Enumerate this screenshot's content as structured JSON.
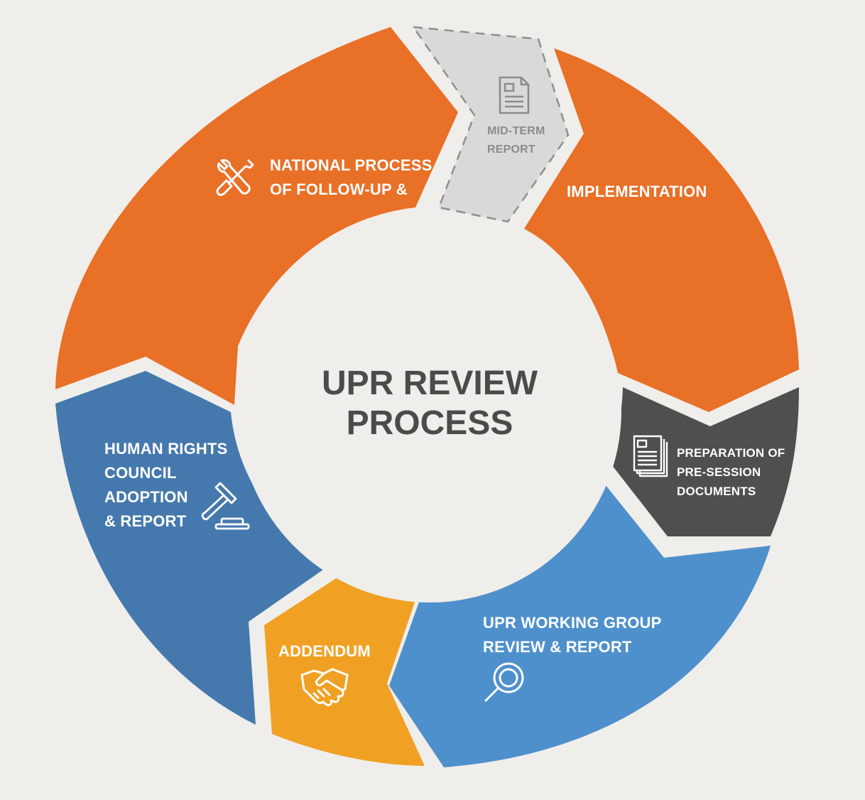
{
  "title_lines": [
    "UPR REVIEW",
    "PROCESS"
  ],
  "colors": {
    "background": "#efeeeb",
    "orange": "#e87027",
    "grey_dashed": "#d9d9d9",
    "dark_grey": "#4f4f4f",
    "light_blue": "#4e90cc",
    "yellow": "#f0a123",
    "dark_blue": "#4579ad",
    "center": "#efeeeb",
    "title_text": "#4b4b4b"
  },
  "stages": {
    "national_process": {
      "lines": [
        "NATIONAL PROCESS",
        "OF FOLLOW-UP &"
      ],
      "icon": "tools-icon"
    },
    "mid_term_report": {
      "lines": [
        "MID-TERM",
        "REPORT"
      ],
      "icon": "document-icon"
    },
    "implementation": {
      "lines": [
        "IMPLEMENTATION"
      ]
    },
    "preparation": {
      "lines": [
        "PREPARATION OF",
        "PRE-SESSION",
        "DOCUMENTS"
      ],
      "icon": "documents-stack-icon"
    },
    "working_group": {
      "lines": [
        "UPR WORKING GROUP",
        "REVIEW & REPORT"
      ],
      "icon": "magnifier-icon"
    },
    "addendum": {
      "lines": [
        "ADDENDUM"
      ],
      "icon": "handshake-icon"
    },
    "hrc_adoption": {
      "lines": [
        "HUMAN RIGHTS",
        "COUNCIL",
        "ADOPTION",
        "& REPORT"
      ],
      "icon": "gavel-icon"
    }
  }
}
